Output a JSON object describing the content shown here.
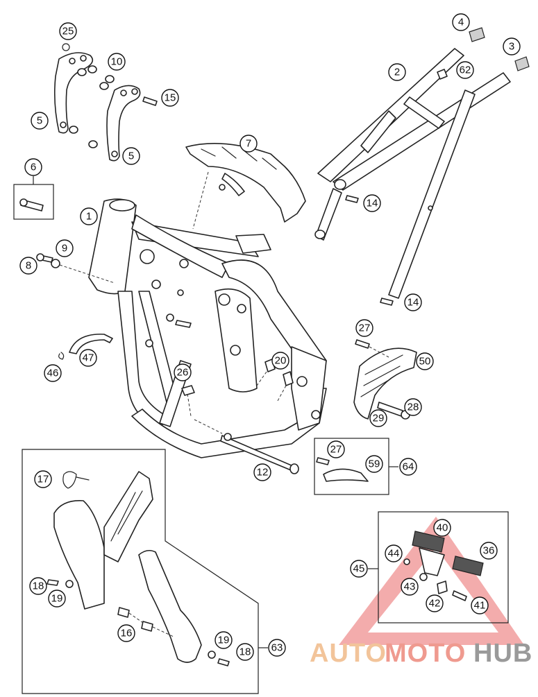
{
  "callouts": [
    {
      "id": "c25",
      "label": "25"
    },
    {
      "id": "c10",
      "label": "10"
    },
    {
      "id": "c15",
      "label": "15"
    },
    {
      "id": "c5a",
      "label": "5"
    },
    {
      "id": "c5b",
      "label": "5"
    },
    {
      "id": "c6",
      "label": "6"
    },
    {
      "id": "c1",
      "label": "1"
    },
    {
      "id": "c9",
      "label": "9"
    },
    {
      "id": "c8",
      "label": "8"
    },
    {
      "id": "c7",
      "label": "7"
    },
    {
      "id": "c2",
      "label": "2"
    },
    {
      "id": "c62",
      "label": "62"
    },
    {
      "id": "c4",
      "label": "4"
    },
    {
      "id": "c3",
      "label": "3"
    },
    {
      "id": "c14a",
      "label": "14"
    },
    {
      "id": "c14b",
      "label": "14"
    },
    {
      "id": "c47",
      "label": "47"
    },
    {
      "id": "c46",
      "label": "46"
    },
    {
      "id": "c26",
      "label": "26"
    },
    {
      "id": "c20",
      "label": "20"
    },
    {
      "id": "c27a",
      "label": "27"
    },
    {
      "id": "c50",
      "label": "50"
    },
    {
      "id": "c28",
      "label": "28"
    },
    {
      "id": "c29",
      "label": "29"
    },
    {
      "id": "c27b",
      "label": "27"
    },
    {
      "id": "c59",
      "label": "59"
    },
    {
      "id": "c64",
      "label": "64"
    },
    {
      "id": "c12",
      "label": "12"
    },
    {
      "id": "c17",
      "label": "17"
    },
    {
      "id": "c18a",
      "label": "18"
    },
    {
      "id": "c19a",
      "label": "19"
    },
    {
      "id": "c16",
      "label": "16"
    },
    {
      "id": "c19b",
      "label": "19"
    },
    {
      "id": "c18b",
      "label": "18"
    },
    {
      "id": "c63",
      "label": "63"
    },
    {
      "id": "c40",
      "label": "40"
    },
    {
      "id": "c44",
      "label": "44"
    },
    {
      "id": "c36",
      "label": "36"
    },
    {
      "id": "c45",
      "label": "45"
    },
    {
      "id": "c43",
      "label": "43"
    },
    {
      "id": "c42",
      "label": "42"
    },
    {
      "id": "c41",
      "label": "41"
    }
  ],
  "watermark": {
    "part1": "AUTO",
    "part2": "MOTO",
    "part3": "HUB",
    "color_auto": "#f2c49a",
    "color_moto": "#ef9a8f",
    "color_hub": "#9a9a9a",
    "triangle_color": "#ec7e7e"
  }
}
